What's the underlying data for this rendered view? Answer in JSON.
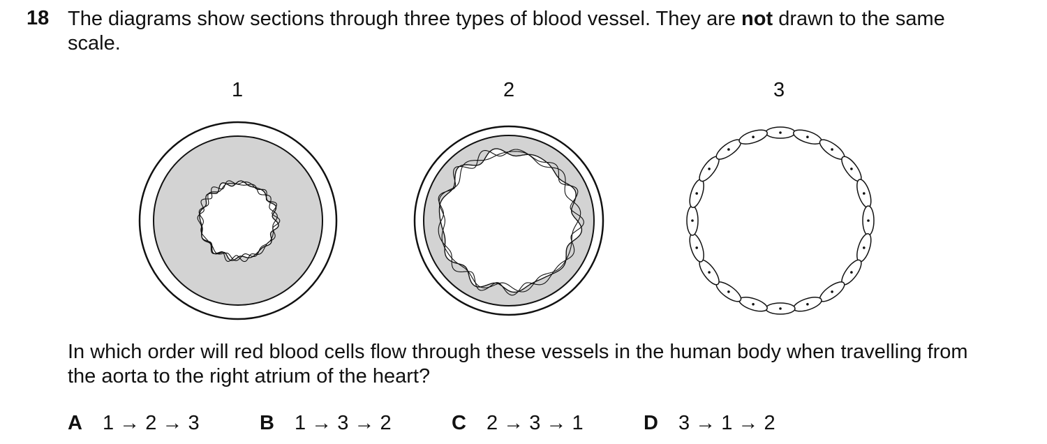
{
  "question_number": "18",
  "stem_part1": "The diagrams show sections through three types of blood vessel. They are ",
  "stem_bold": "not",
  "stem_part2": " drawn to the same scale.",
  "vessel_labels": [
    "1",
    "2",
    "3"
  ],
  "question_text": "In which order will red blood cells flow through these vessels in the human body when travelling from the aorta to the right atrium of the heart?",
  "options": [
    {
      "letter": "A",
      "text": "1 → 2 → 3"
    },
    {
      "letter": "B",
      "text": "1 → 3 → 2"
    },
    {
      "letter": "C",
      "text": "2 → 3 → 1"
    },
    {
      "letter": "D",
      "text": "3 → 1 → 2"
    }
  ],
  "colors": {
    "wall_grey": "#d3d3d3",
    "ink": "#111111"
  }
}
